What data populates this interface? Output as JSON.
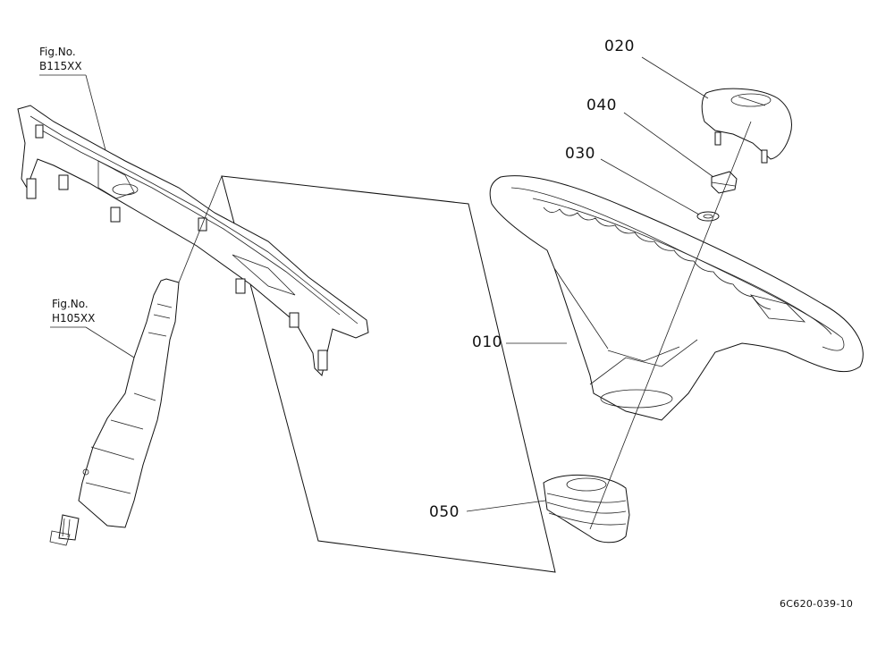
{
  "parts": [
    {
      "id": "p010",
      "number": "010"
    },
    {
      "id": "p020",
      "number": "020"
    },
    {
      "id": "p030",
      "number": "030"
    },
    {
      "id": "p040",
      "number": "040"
    },
    {
      "id": "p050",
      "number": "050"
    }
  ],
  "fig_refs": [
    {
      "line1": "Fig.No.",
      "line2": "B115XX"
    },
    {
      "line1": "Fig.No.",
      "line2": "H105XX"
    }
  ],
  "drawing_id": "6C620-039-10"
}
